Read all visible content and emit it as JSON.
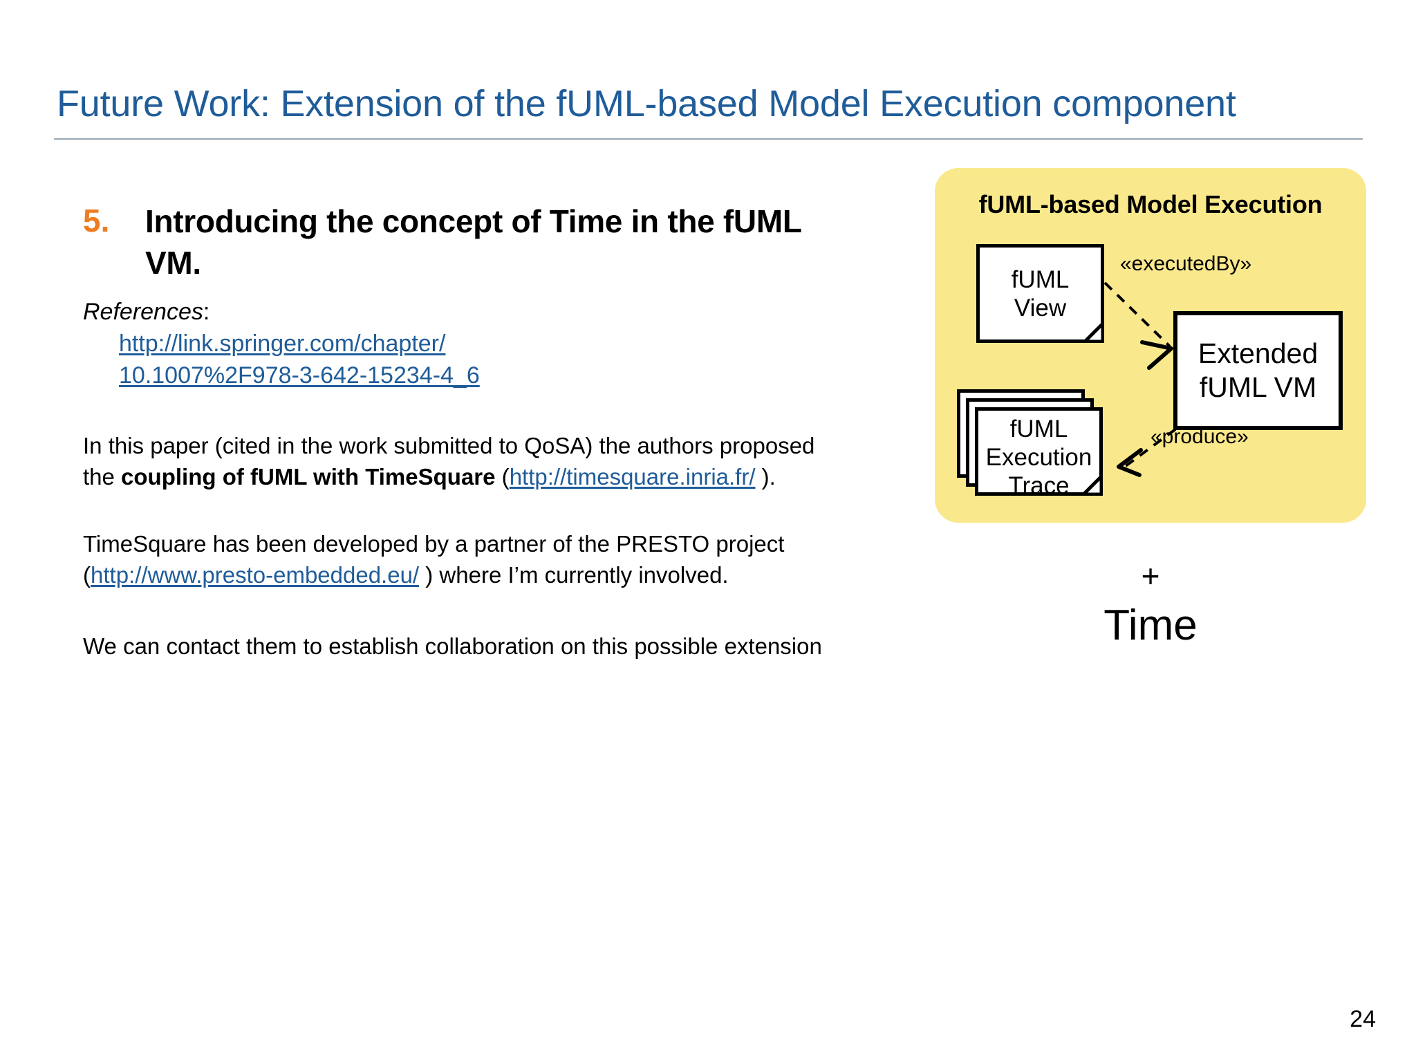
{
  "slide": {
    "title": "Future Work: Extension of the fUML-based Model Execution component",
    "page_number": "24",
    "accent_title_color": "#1F5C99",
    "accent_number_color": "#ED7D1F",
    "panel_color": "#FAE88C"
  },
  "content": {
    "item_number": "5.",
    "item_heading": "Introducing the concept of Time in the fUML VM.",
    "references_label_italic": "References",
    "references_label_colon": ":",
    "reference_links": [
      "http://link.springer.com/chapter/",
      "10.1007%2F978-3-642-15234-4_6"
    ],
    "paragraph_1": {
      "part_1": "In this paper (cited in the work submitted to QoSA) the authors proposed the ",
      "bold": "coupling of fUML with TimeSquare",
      "part_2": " (",
      "link": "http://timesquare.inria.fr/",
      "part_3": " )."
    },
    "paragraph_2": {
      "part_1": "TimeSquare has been developed by a partner of the PRESTO project (",
      "link": "http://www.presto-embedded.eu/",
      "part_2": " ) where I’m currently involved."
    },
    "paragraph_3": "We can contact them to establish collaboration on this possible extension"
  },
  "diagram": {
    "title": "fUML-based Model Execution",
    "nodes": {
      "fuml_view": "fUML\nView",
      "extended_vm": "Extended\nfUML VM",
      "execution_trace": "fUML\nExecution\nTrace"
    },
    "edges": {
      "executed_by": "«executedBy»",
      "produce": "«produce»"
    }
  },
  "annotation": {
    "plus": "+",
    "time": "Time"
  }
}
